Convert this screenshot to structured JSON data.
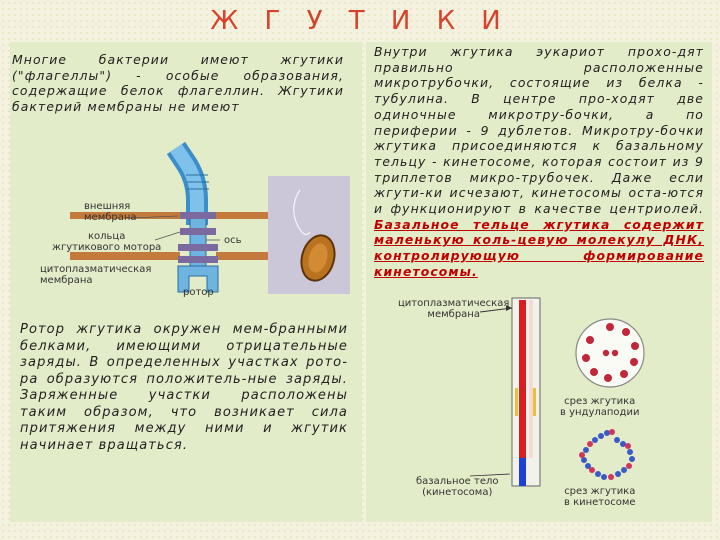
{
  "title": "Ж Г У Т И К И",
  "left_top_text": "Многие бактерии имеют жгутики (\"флагеллы\") - особые образования, содержащие белок флагеллин. Жгутики бактерий мембраны не имеют",
  "right_text_plain": "Внутри жгутика эукариот прохо-дят правильно расположенные микротрубочки, состоящие из белка - тубулина. В центре про-ходят две одиночные микротру-бочки, а по периферии - 9 дублетов. Микротру-бочки жгутика присоединяются к базальному тельцу - кинетосоме, которая состоит из 9 триплетов микро-трубочек. Даже если жгути-ки исчезают, кинетосомы оста-ются и функционируют в качестве центриолей.",
  "right_text_highlight": "Базальное тельце жгутика содержит маленькую коль-цевую молекулу ДНК, контролирующую формирование кинетосомы.",
  "left_bottom_text": "Ротор жгутика окружен мем-бранными белками, имеющими отрицательные заряды. В определенных участках рото-ра образуются положитель-ные заряды. Заряженные участки расположены таким образом, что возникает сила притяжения между ними и жгутик начинает вращаться.",
  "labels": {
    "outer_membrane": "внешняя\nмембрана",
    "motor_rings": "кольца\nжгутикового мотора",
    "axis": "ось",
    "cyto_membrane_left": "цитоплазматическая\nмембрана",
    "rotor": "ротор",
    "cyto_membrane_right": "цитоплазматическая\nмембрана",
    "undulipodia_section": "срез жгутика\nв ундулаподии",
    "basal_body": "базальное тело\n(кинетосома)",
    "kinetosome_section": "срез жгутика\nв кинетосоме"
  }
}
